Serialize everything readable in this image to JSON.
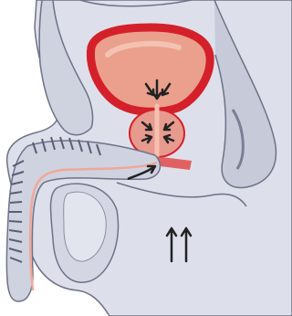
{
  "figure": {
    "subject": "anatomical-illustration",
    "arrow_count_upward": 2,
    "arrow_count_flow": 7
  },
  "colors": {
    "background": "#ffffff",
    "body_tissue": "#d9dbe6",
    "body_tissue_dark": "#a9adc2",
    "outline": "#6e7288",
    "bladder_wall": "#d4202a",
    "bladder_fill": "#eaa08c",
    "prostate": "#e79a8e",
    "urethra": "#f0a898",
    "arrow": "#222222",
    "spine_rings": "#5a5e74"
  }
}
